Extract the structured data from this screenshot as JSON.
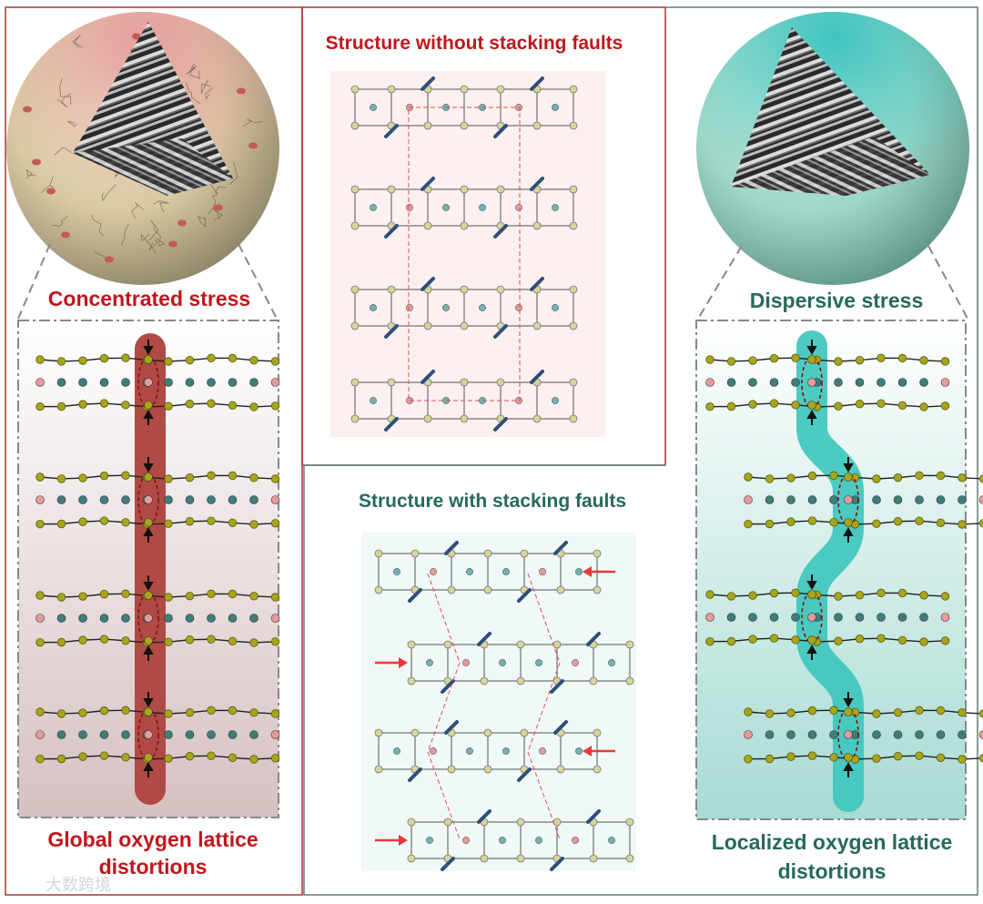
{
  "labels": {
    "center_top_title": "Structure without stacking faults",
    "center_bottom_title": "Structure with stacking faults",
    "left_stress": "Concentrated stress",
    "right_stress": "Dispersive stress",
    "left_caption_line1": "Global oxygen lattice",
    "left_caption_line2": "distortions",
    "right_caption_line1": "Localized oxygen lattice",
    "right_caption_line2": "distortions",
    "watermark": "大数跨境"
  },
  "colors": {
    "red_text": "#c0161c",
    "teal_text": "#27695c",
    "frame_red": "#a53a36",
    "frame_teal": "#5e8077",
    "stress_red": "#b04a44",
    "stress_teal": "#3ec7bd",
    "atom_yellow": "#a7a51a",
    "atom_pink": "#e79a9a",
    "atom_teal": "#3d7d7a",
    "arrow_red": "#e63a3a"
  },
  "icons": [
    "particle-cracked-sphere-icon",
    "particle-smooth-sphere-icon",
    "lattice-image-icon",
    "down-arrow-icon",
    "up-arrow-icon",
    "red-arrow-icon",
    "tm-dumbbell-icon"
  ]
}
